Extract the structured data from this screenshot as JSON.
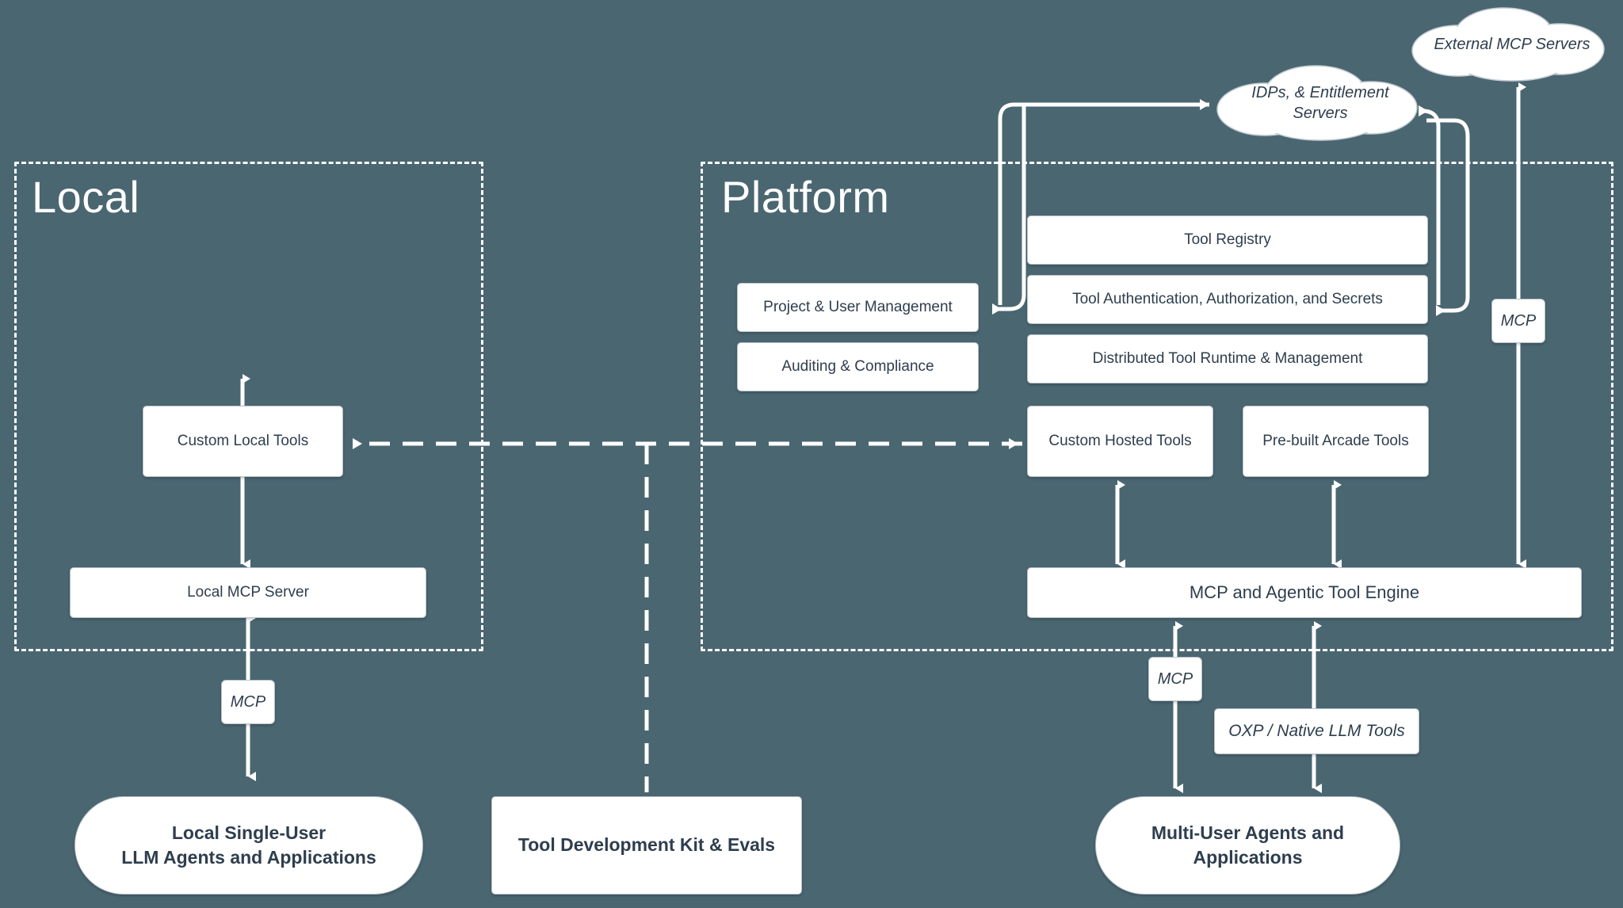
{
  "diagram": {
    "background_color": "#4a6671",
    "node_fill": "#ffffff",
    "node_text_color": "#2e3e4e",
    "line_color": "#ffffff"
  },
  "zones": [
    {
      "title": "Local"
    },
    {
      "title": "Platform"
    }
  ],
  "clouds": [
    {
      "label": "External MCP Servers"
    },
    {
      "label": "IDPs, & Entitlement Servers"
    }
  ],
  "local": {
    "custom_local_tools": "Custom Local Tools",
    "local_mcp_server": "Local MCP Server",
    "mcp_label": "MCP",
    "local_agents": "Local Single-User\nLLM Agents and Applications",
    "local_agents_line1": "Local Single-User",
    "local_agents_line2": "LLM Agents and Applications"
  },
  "platform": {
    "project_user_management": "Project & User Management",
    "auditing_compliance": "Auditing & Compliance",
    "tool_registry": "Tool Registry",
    "tool_auth": "Tool Authentication, Authorization, and Secrets",
    "distributed_runtime": "Distributed Tool Runtime & Management",
    "custom_hosted_tools": "Custom Hosted Tools",
    "prebuilt_arcade_tools": "Pre-built Arcade Tools",
    "mcp_engine": "MCP and Agentic Tool Engine",
    "mcp_label_right": "MCP",
    "mcp_label_bottom": "MCP",
    "oxp_native_tools": "OXP / Native LLM Tools",
    "multi_user_agents_line1": "Multi-User Agents and",
    "multi_user_agents_line2": "Applications"
  },
  "center": {
    "tool_dev_kit": "Tool Development Kit & Evals"
  }
}
